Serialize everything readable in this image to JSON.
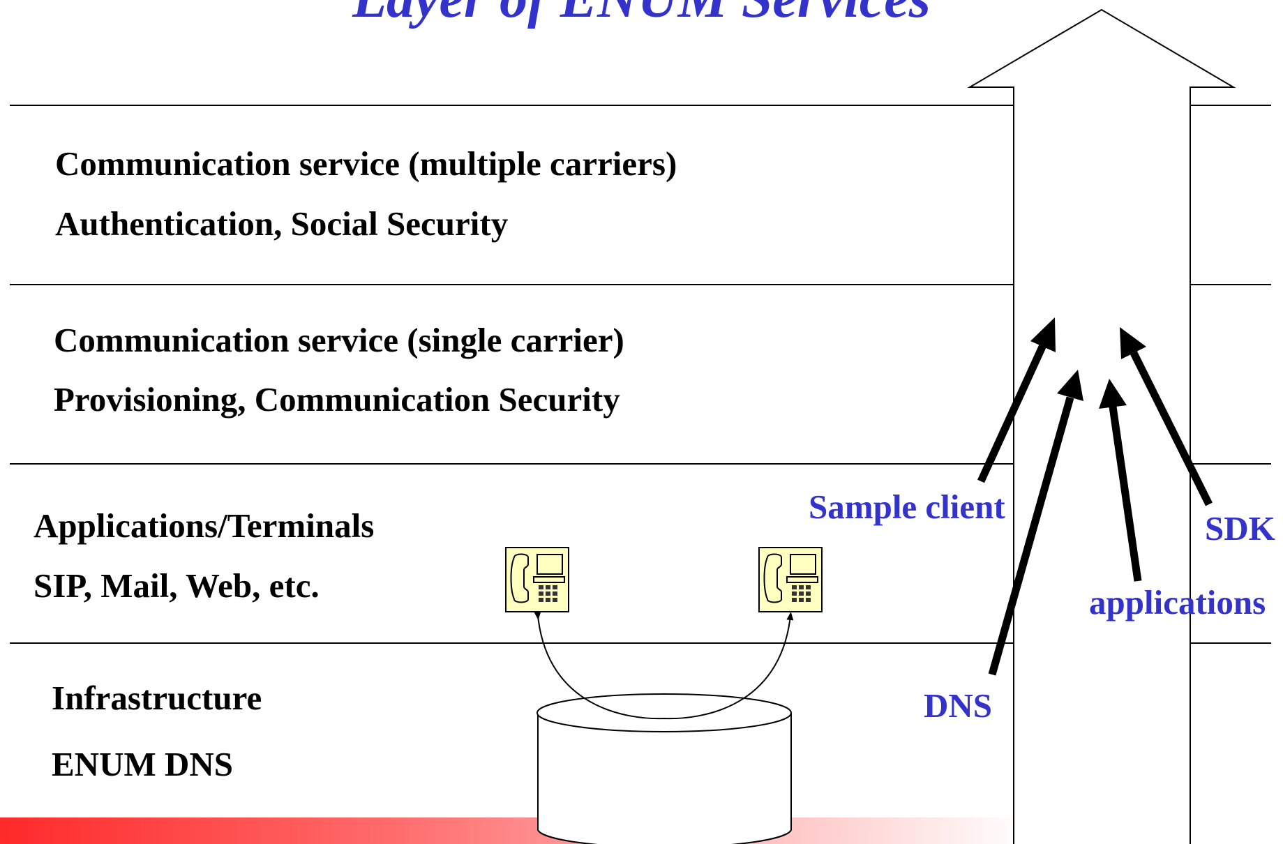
{
  "title": "Layer of ENUM Services",
  "layers": [
    {
      "line1": "Communication service (multiple carriers)",
      "line2": "Authentication, Social Security"
    },
    {
      "line1": "Communication service (single carrier)",
      "line2": "Provisioning, Communication Security"
    },
    {
      "line1": "Applications/Terminals",
      "line2": "SIP, Mail, Web, etc."
    },
    {
      "line1": "Infrastructure",
      "line2": "ENUM DNS"
    }
  ],
  "contributors": {
    "sample_client": "Sample client",
    "sdk": "SDK",
    "applications": "applications",
    "dns": "DNS"
  },
  "colors": {
    "title": "#3333cc",
    "label": "#3333cc",
    "phone_fill": "#ffffc0",
    "bar_left": "#ff2a2a"
  },
  "icons": [
    "telephone-icon",
    "telephone-icon",
    "database-cylinder-icon",
    "up-arrow-icon"
  ]
}
